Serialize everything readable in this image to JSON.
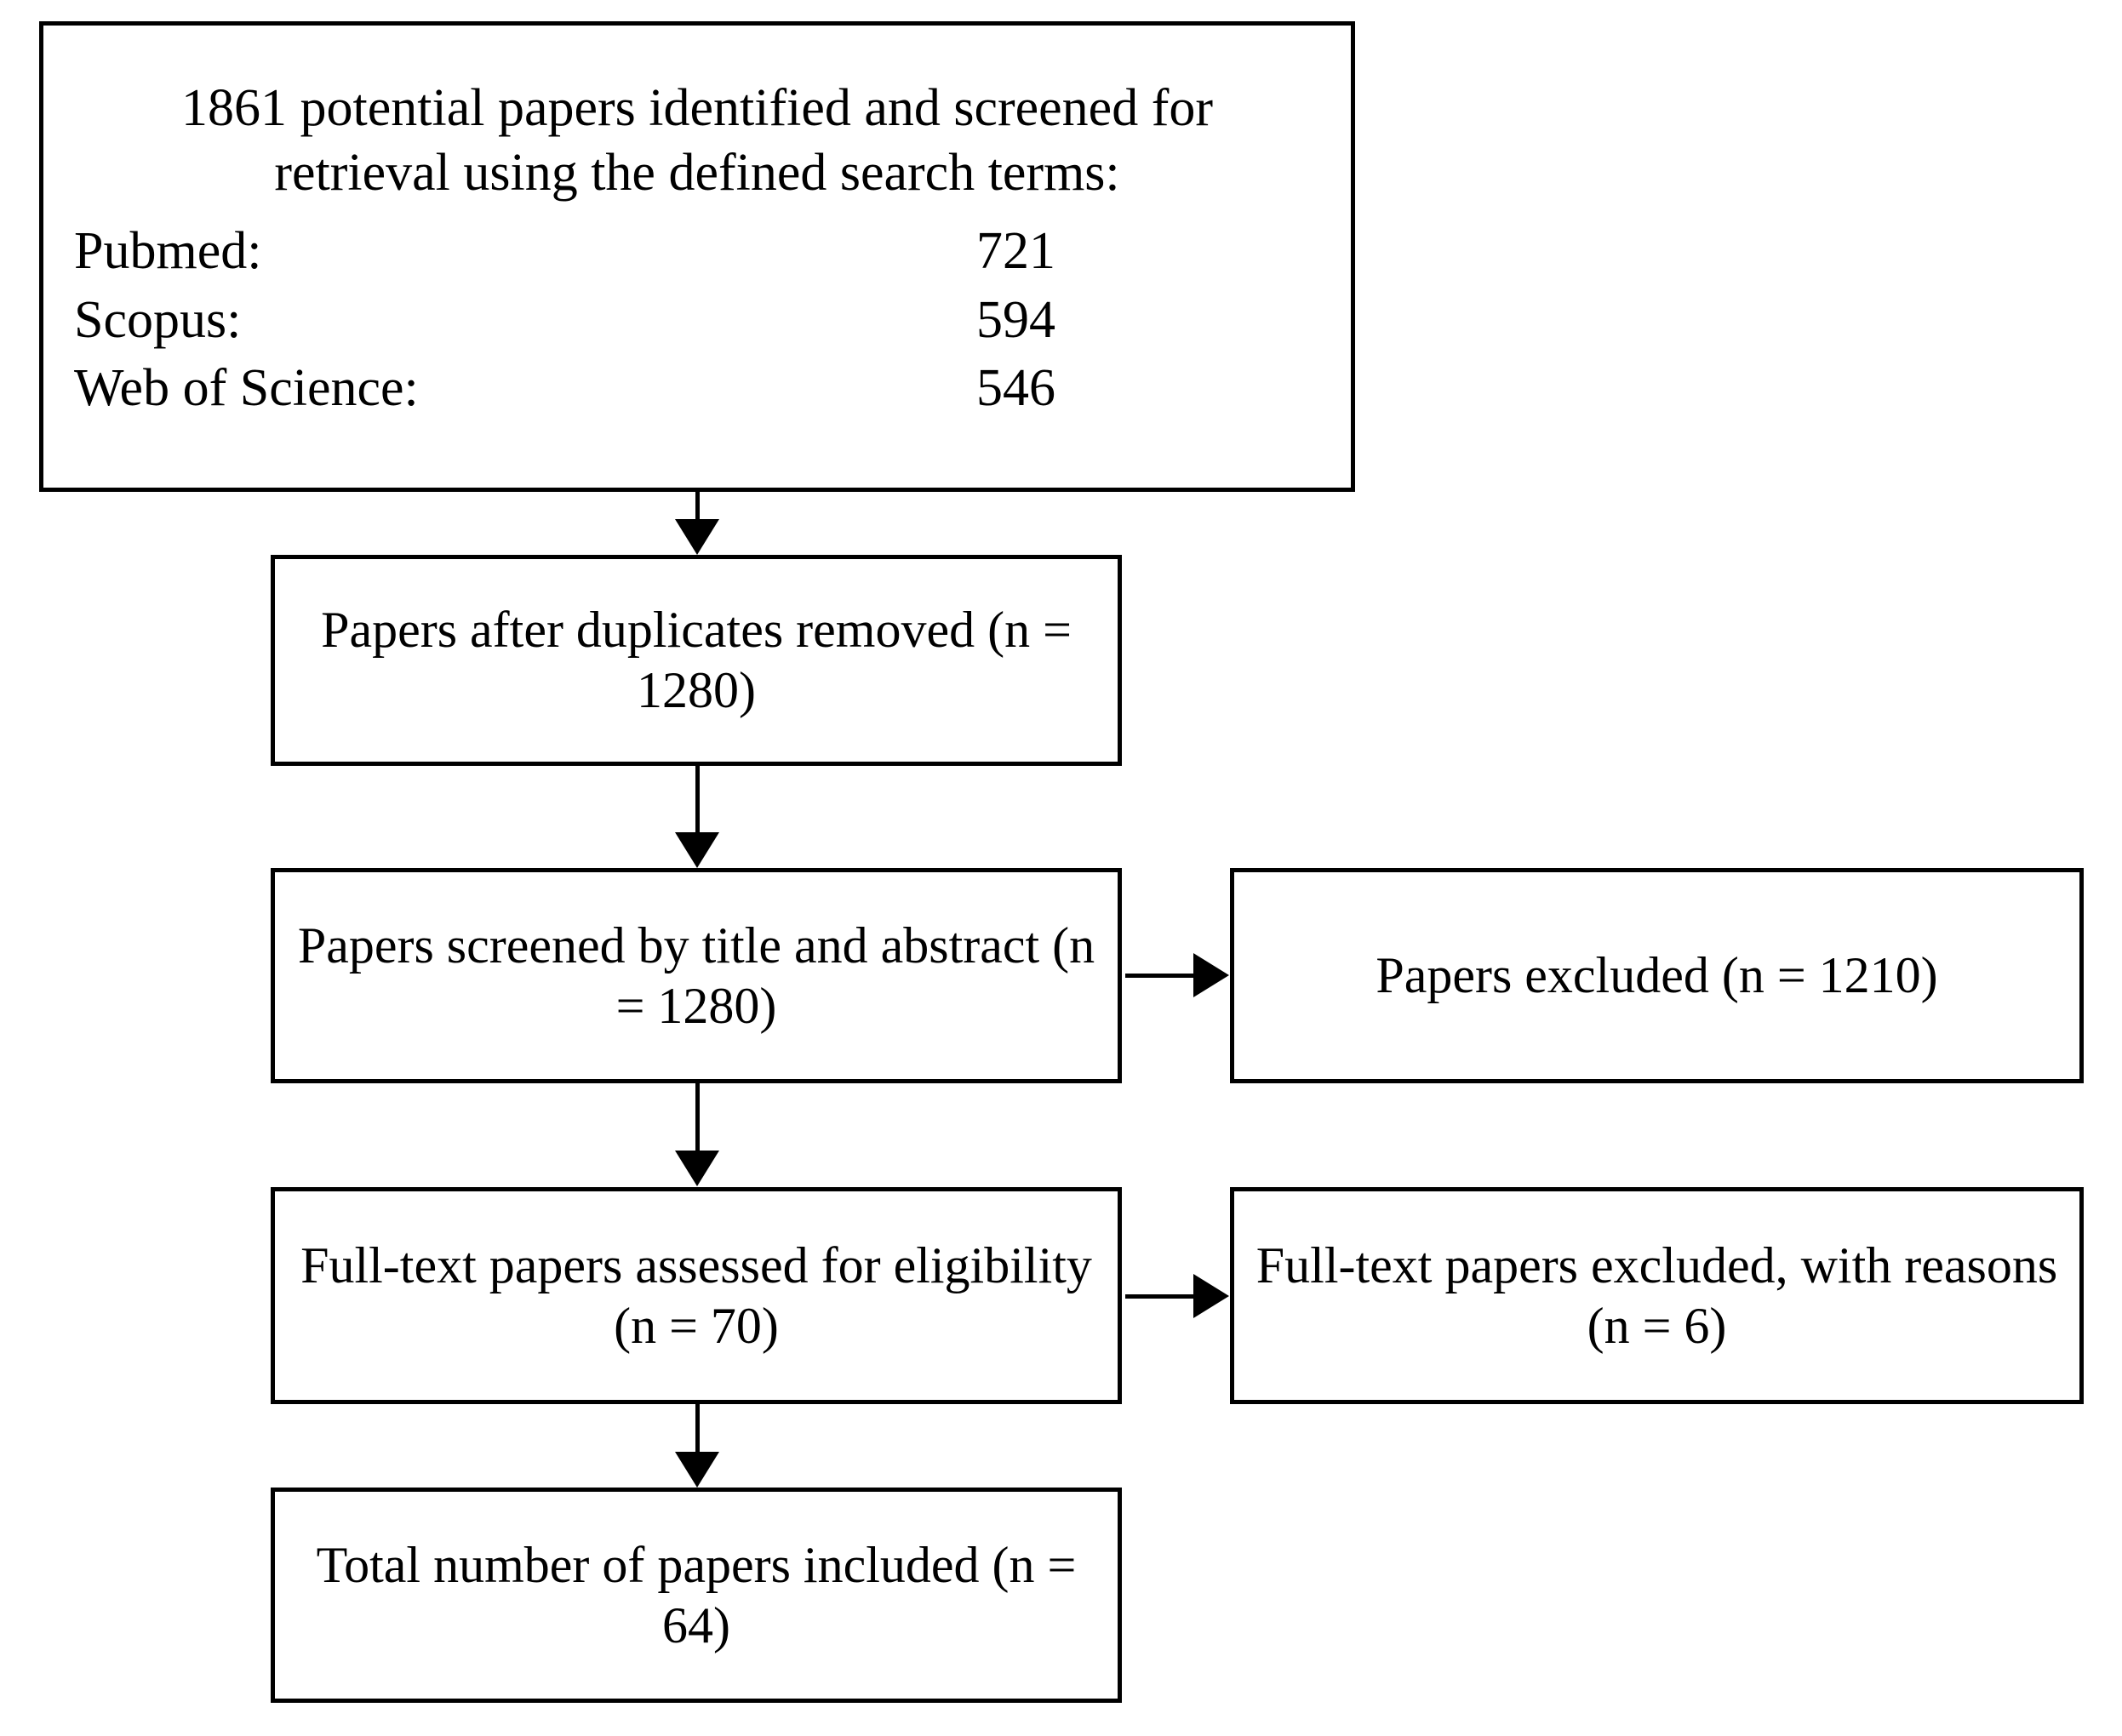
{
  "diagram": {
    "type": "prisma-flow-diagram",
    "colors": {
      "stroke": "#000000",
      "background": "#ffffff",
      "text": "#000000"
    },
    "identification": {
      "heading": "1861 potential papers identified and screened for retrieval using the defined search terms:",
      "sources": [
        {
          "label": "Pubmed:",
          "count": "721"
        },
        {
          "label": "Scopus:",
          "count": "594"
        },
        {
          "label": "Web of Science:",
          "count": "546"
        }
      ]
    },
    "nodes": {
      "duplicates_removed": "Papers after duplicates removed (n = 1280)",
      "screened_title_abstract": "Papers screened by title and abstract (n = 1280)",
      "papers_excluded": "Papers excluded (n = 1210)",
      "fulltext_assessed": "Full-text papers assessed for eligibility (n = 70)",
      "fulltext_excluded": "Full-text papers excluded, with reasons (n = 6)",
      "total_included": "Total number of papers included (n = 64)"
    },
    "connectors": [
      {
        "name": "identification-to-duplicates",
        "direction": "down"
      },
      {
        "name": "duplicates-to-screened",
        "direction": "down"
      },
      {
        "name": "screened-to-fulltext",
        "direction": "down"
      },
      {
        "name": "fulltext-to-included",
        "direction": "down"
      },
      {
        "name": "screened-to-excluded",
        "direction": "right"
      },
      {
        "name": "fulltext-to-excluded",
        "direction": "right"
      }
    ]
  }
}
